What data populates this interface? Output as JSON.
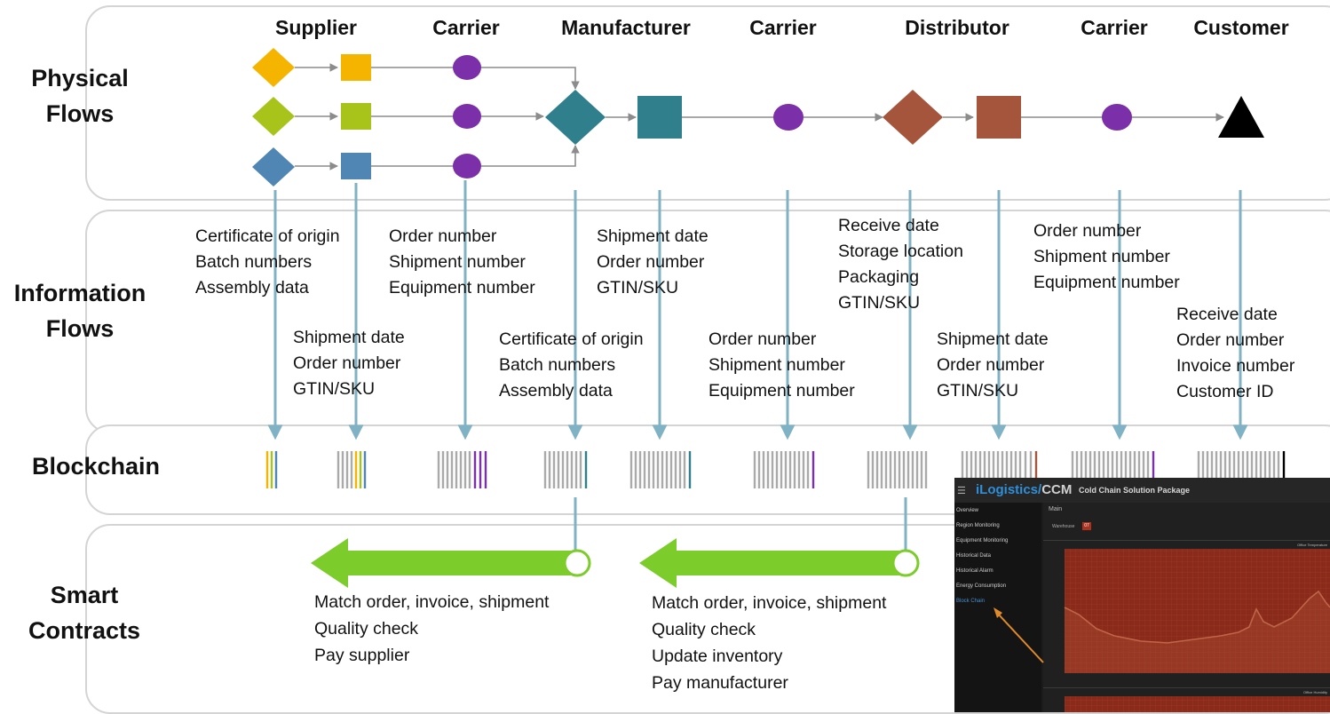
{
  "rows": {
    "physical": [
      "Physical",
      "Flows"
    ],
    "information": [
      "Information",
      "Flows"
    ],
    "blockchain": [
      "Blockchain"
    ],
    "smart_contracts": [
      "Smart",
      "Contracts"
    ]
  },
  "actors": [
    "Supplier",
    "Carrier",
    "Manufacturer",
    "Carrier",
    "Distributor",
    "Carrier",
    "Customer"
  ],
  "info_blocks": [
    [
      "Certificate of origin",
      "Batch numbers",
      "Assembly data"
    ],
    [
      "Order number",
      "Shipment number",
      "Equipment number"
    ],
    [
      "Shipment date",
      "Order number",
      "GTIN/SKU"
    ],
    [
      "Receive date",
      "Storage location",
      "Packaging",
      "GTIN/SKU"
    ],
    [
      "Order number",
      "Shipment number",
      "Equipment number"
    ],
    [
      "Shipment date",
      "Order number",
      "GTIN/SKU"
    ],
    [
      "Certificate of origin",
      "Batch numbers",
      "Assembly data"
    ],
    [
      "Order number",
      "Shipment number",
      "Equipment number"
    ],
    [
      "Shipment date",
      "Order number",
      "GTIN/SKU"
    ],
    [
      "Receive date",
      "Order number",
      "Invoice number",
      "Customer ID"
    ]
  ],
  "smart_contracts": [
    [
      "Match order, invoice, shipment",
      "Quality check",
      "Pay supplier"
    ],
    [
      "Match order, invoice, shipment",
      "Quality check",
      "Update inventory",
      "Pay manufacturer"
    ]
  ],
  "colors": {
    "yellow": "#f5b400",
    "green": "#a8c41a",
    "blue": "#4f86b4",
    "purple": "#7b2fa8",
    "teal": "#2f7f8c",
    "brown": "#a4553b",
    "black": "#000000",
    "arrow_green": "#7ccc2c",
    "connector": "#7fb2c4"
  },
  "inset": {
    "logo_a": "iLogistics/",
    "logo_b": "CCM",
    "title": "Cold Chain Solution Package",
    "menu_icon": "menu-icon",
    "tab": "Main",
    "sub_label": "Warehouse",
    "badge": "07",
    "sidebar": [
      "Overview",
      "Region Monitoring",
      "Equipment Monitoring",
      "Historical Data",
      "Historical Alarm",
      "Energy Consumption",
      "Block Chain"
    ],
    "active_item": "Block Chain",
    "chart_top_caption": "Office Temperature",
    "chart_bottom_caption": "Office Humidity"
  }
}
